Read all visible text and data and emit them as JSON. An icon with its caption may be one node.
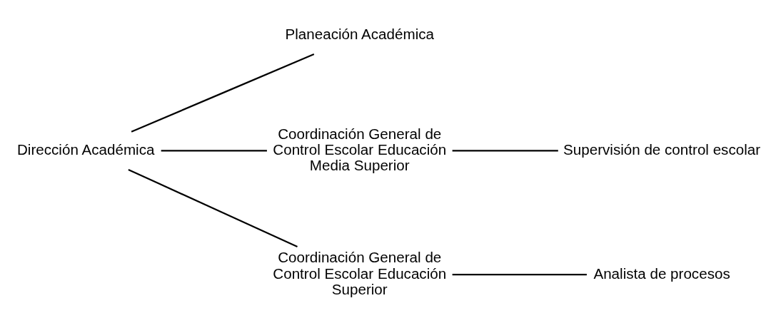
{
  "diagram": {
    "nodes": [
      {
        "text": [
          "Dirección Académica"
        ]
      },
      {
        "text": [
          "Planeación Académica"
        ]
      },
      {
        "text": [
          "Coordinación General de Control Escolar Educación Media Superior"
        ]
      },
      {
        "text": [
          "Supervisión de control escolar"
        ]
      },
      {
        "text": [
          "Coordinación General de Control Escolar Educación Superior"
        ]
      },
      {
        "text": [
          "Analista de procesos"
        ]
      }
    ],
    "edges": [
      {
        "from": 0,
        "to": 1,
        "arrow": "none"
      },
      {
        "from": 0,
        "to": 2,
        "arrow": "none"
      },
      {
        "from": 0,
        "to": 4,
        "arrow": "none"
      },
      {
        "from": 2,
        "to": 3,
        "arrow": "none"
      },
      {
        "from": 4,
        "to": 5,
        "arrow": "none"
      }
    ]
  }
}
